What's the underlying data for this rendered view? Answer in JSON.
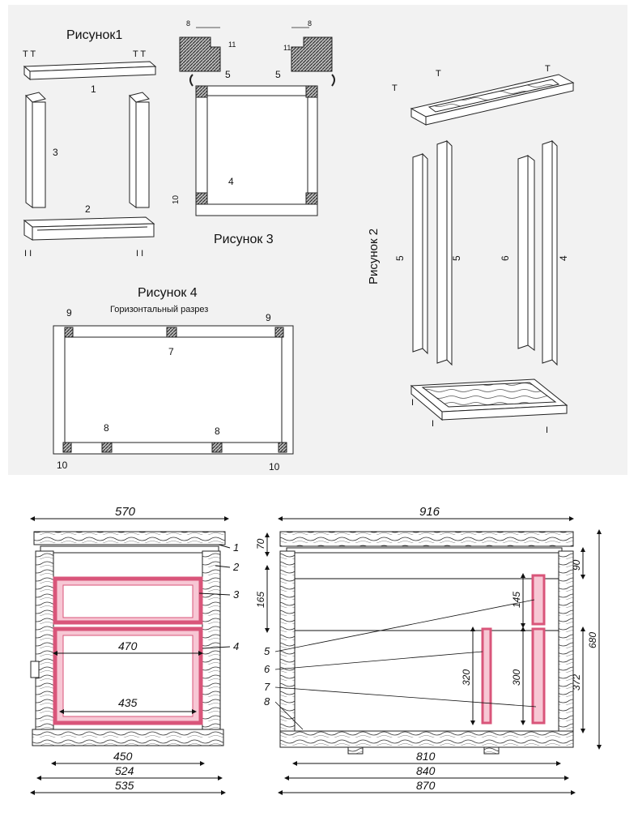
{
  "fig1": {
    "title": "Рисунок1",
    "part_top": "1",
    "part_bottom": "2",
    "part_side": "3",
    "marks_top_left": "T T",
    "marks_top_right": "T T",
    "marks_bottom_left": "I I",
    "marks_bottom_right": "I I"
  },
  "fig3": {
    "title": "Рисунок 3",
    "dim_a": "8",
    "dim_b": "11",
    "dim_c": "11",
    "dim_d": "8",
    "label_5a": "5",
    "label_5b": "5",
    "label_4": "4",
    "dim_10": "10"
  },
  "fig2": {
    "title": "Рисунок 2",
    "rail_labels": [
      "5",
      "5",
      "6",
      "4"
    ],
    "marks_top": [
      "T",
      "T",
      "T"
    ],
    "marks_bottom": [
      "I",
      "I",
      "I"
    ]
  },
  "fig4": {
    "title": "Рисунок 4",
    "subtitle": "Горизонтальный разрез",
    "label_9_left": "9",
    "label_9_right": "9",
    "label_7": "7",
    "label_8_left": "8",
    "label_8_right": "8",
    "label_10_left": "10",
    "label_10_right": "10"
  },
  "section_left": {
    "dim_570": "570",
    "dim_470": "470",
    "dim_435": "435",
    "dim_450": "450",
    "dim_524": "524",
    "dim_535": "535",
    "callouts": [
      "1",
      "2",
      "3",
      "4"
    ]
  },
  "section_right": {
    "dim_916": "916",
    "dim_70": "70",
    "dim_90": "90",
    "dim_165": "165",
    "dim_145": "145",
    "dim_320": "320",
    "dim_300": "300",
    "dim_372": "372",
    "dim_680": "680",
    "dim_810": "810",
    "dim_840": "840",
    "dim_870": "870",
    "callouts": [
      "5",
      "6",
      "7",
      "8"
    ]
  },
  "colors": {
    "frame_pink": "#d9557a",
    "frame_pink_fill": "#f7c7d4",
    "wood_line": "#444444",
    "ink": "#111111"
  }
}
